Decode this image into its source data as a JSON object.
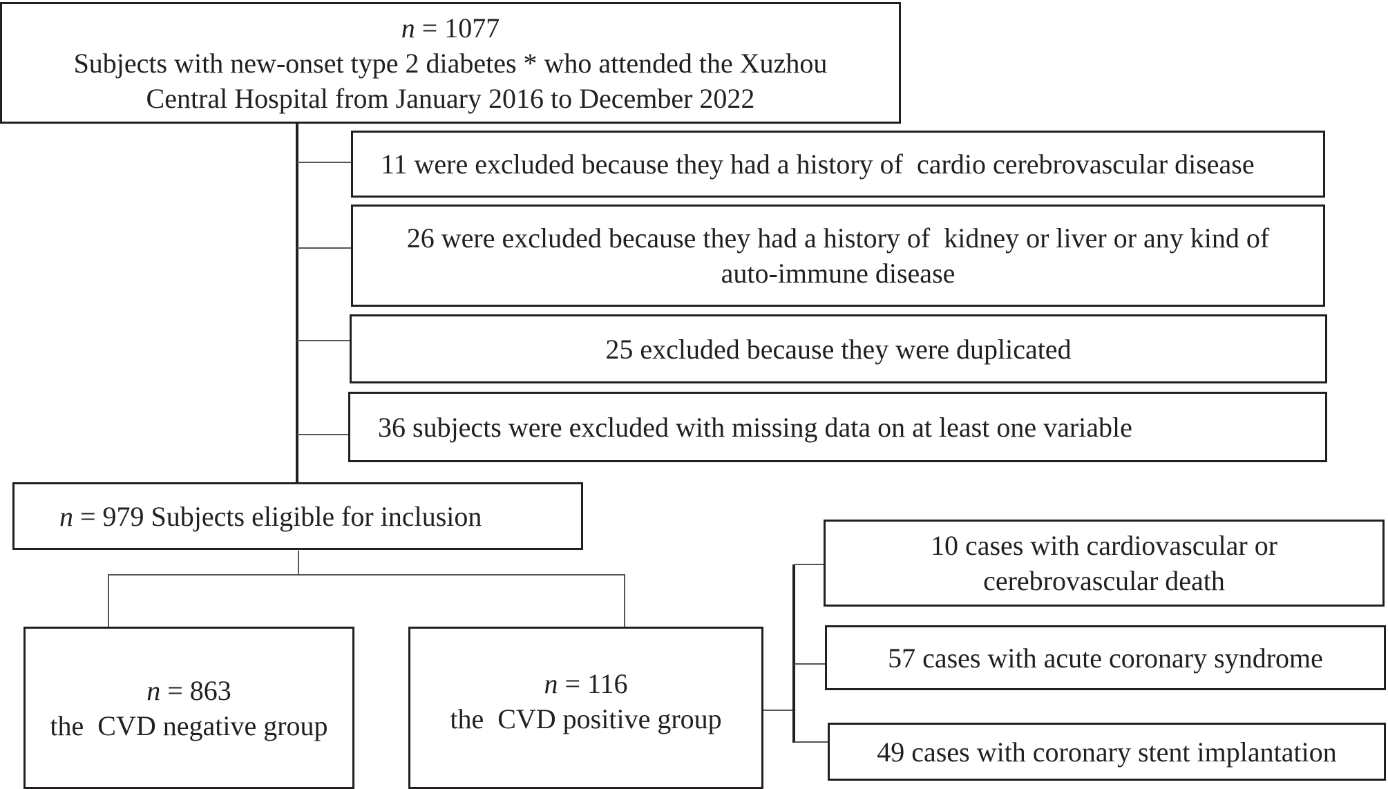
{
  "top": {
    "n_label": "n",
    "n_value": " = 1077",
    "line1": "Subjects with new-onset type 2 diabetes * who attended the Xuzhou",
    "line2": "Central Hospital from January 2016 to December 2022"
  },
  "exclusions": [
    {
      "line1": "11 were excluded because they had a history of  cardio cerebrovascular disease"
    },
    {
      "line1": "26 were excluded because they had a history of  kidney or liver or any kind of",
      "line2": "auto-immune disease"
    },
    {
      "line1": "25 excluded because they were duplicated"
    },
    {
      "line1": "36 subjects were excluded with missing data on at least one variable"
    }
  ],
  "eligible": {
    "n_label": "n",
    "text": " = 979 Subjects eligible for inclusion"
  },
  "negative": {
    "n_label": "n",
    "n_value": " = 863",
    "label": "the  CVD negative group"
  },
  "positive": {
    "n_label": "n",
    "n_value": " = 116",
    "label": "the  CVD positive group"
  },
  "outcomes": [
    {
      "line1": "10 cases with cardiovascular or",
      "line2": "cerebrovascular death"
    },
    {
      "line1": "57 cases with acute coronary syndrome"
    },
    {
      "line1": "49 cases with coronary stent implantation"
    }
  ]
}
